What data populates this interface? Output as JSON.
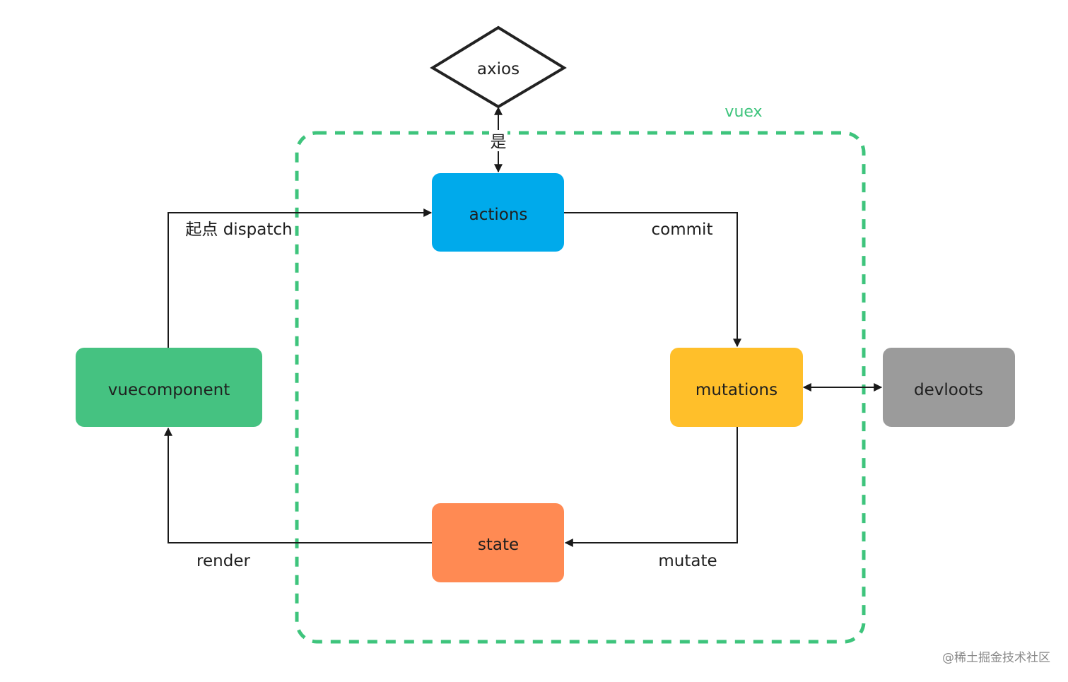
{
  "colors": {
    "actions": "#00aaeb",
    "mutations": "#ffbf2a",
    "state": "#ff8a53",
    "vuecomponent": "#45c281",
    "devloots": "#9b9b9b",
    "vuex_group": "#3ec47c",
    "edge": "#1a1a1a",
    "axios_border": "#222222"
  },
  "group": {
    "label": "vuex"
  },
  "nodes": {
    "axios": {
      "label": "axios",
      "shape": "diamond"
    },
    "actions": {
      "label": "actions"
    },
    "mutations": {
      "label": "mutations"
    },
    "state": {
      "label": "state"
    },
    "vuecomponent": {
      "label": "vuecomponent"
    },
    "devloots": {
      "label": "devloots"
    }
  },
  "edges": {
    "dispatch": {
      "label": "起点 dispatch",
      "from": "vuecomponent",
      "to": "actions"
    },
    "commit": {
      "label": "commit",
      "from": "actions",
      "to": "mutations"
    },
    "mutate": {
      "label": "mutate",
      "from": "mutations",
      "to": "state"
    },
    "render": {
      "label": "render",
      "from": "state",
      "to": "vuecomponent"
    },
    "axios_link": {
      "label": "是",
      "from": "actions",
      "to": "axios",
      "bidirectional": true
    },
    "devtools_link": {
      "label": "",
      "from": "mutations",
      "to": "devloots",
      "bidirectional": true
    }
  },
  "watermark": "@稀土掘金技术社区"
}
